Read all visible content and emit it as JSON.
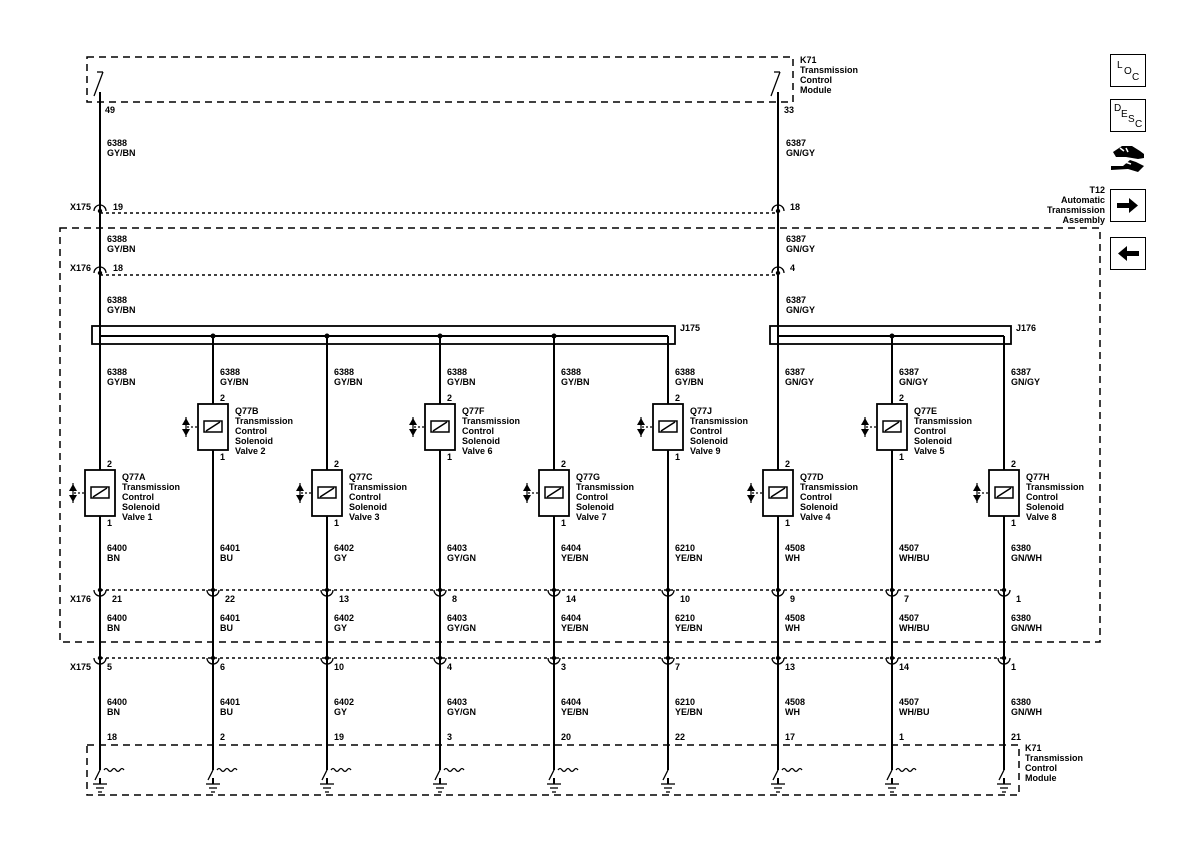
{
  "module_top": {
    "label": [
      "K71",
      "Transmission",
      "Control",
      "Module"
    ]
  },
  "module_bottom": {
    "label": [
      "K71",
      "Transmission",
      "Control",
      "Module"
    ]
  },
  "assembly": {
    "label": [
      "T12",
      "Automatic",
      "Transmission",
      "Assembly"
    ]
  },
  "connectors": {
    "x175": "X175",
    "x176": "X176"
  },
  "splices": {
    "j175": "J175",
    "j176": "J176"
  },
  "feeds": [
    {
      "top_pin": "49",
      "x175_pin": "19",
      "x176_pin": "18",
      "circuit": "6388",
      "color": "GY/BN"
    },
    {
      "top_pin": "33",
      "x175_pin": "18",
      "x176_pin": "4",
      "circuit": "6387",
      "color": "GN/GY"
    }
  ],
  "branches": [
    {
      "feed_circuit": "6388",
      "feed_color": "GY/BN",
      "ref": "Q77A",
      "name": [
        "Transmission",
        "Control",
        "Solenoid",
        "Valve 1"
      ],
      "pin_top": "2",
      "pin_bottom": "1",
      "circuit": "6400",
      "color": "BN",
      "x176_pin": "21",
      "x175_pin": "5",
      "ecm_pin": "18"
    },
    {
      "feed_circuit": "6388",
      "feed_color": "GY/BN",
      "ref": "Q77B",
      "name": [
        "Transmission",
        "Control",
        "Solenoid",
        "Valve 2"
      ],
      "pin_top": "2",
      "pin_bottom": "1",
      "circuit": "6401",
      "color": "BU",
      "x176_pin": "22",
      "x175_pin": "6",
      "ecm_pin": "2"
    },
    {
      "feed_circuit": "6388",
      "feed_color": "GY/BN",
      "ref": "Q77C",
      "name": [
        "Transmission",
        "Control",
        "Solenoid",
        "Valve 3"
      ],
      "pin_top": "2",
      "pin_bottom": "1",
      "circuit": "6402",
      "color": "GY",
      "x176_pin": "13",
      "x175_pin": "10",
      "ecm_pin": "19"
    },
    {
      "feed_circuit": "6388",
      "feed_color": "GY/BN",
      "ref": "Q77F",
      "name": [
        "Transmission",
        "Control",
        "Solenoid",
        "Valve 6"
      ],
      "pin_top": "2",
      "pin_bottom": "1",
      "circuit": "6403",
      "color": "GY/GN",
      "x176_pin": "8",
      "x175_pin": "4",
      "ecm_pin": "3"
    },
    {
      "feed_circuit": "6388",
      "feed_color": "GY/BN",
      "ref": "Q77G",
      "name": [
        "Transmission",
        "Control",
        "Solenoid",
        "Valve 7"
      ],
      "pin_top": "2",
      "pin_bottom": "1",
      "circuit": "6404",
      "color": "YE/BN",
      "x176_pin": "14",
      "x175_pin": "3",
      "ecm_pin": "20"
    },
    {
      "feed_circuit": "6388",
      "feed_color": "GY/BN",
      "ref": "Q77J",
      "name": [
        "Transmission",
        "Control",
        "Solenoid",
        "Valve 9"
      ],
      "pin_top": "2",
      "pin_bottom": "1",
      "circuit": "6210",
      "color": "YE/BN",
      "x176_pin": "10",
      "x175_pin": "7",
      "ecm_pin": "22"
    },
    {
      "feed_circuit": "6387",
      "feed_color": "GN/GY",
      "ref": "Q77D",
      "name": [
        "Transmission",
        "Control",
        "Solenoid",
        "Valve 4"
      ],
      "pin_top": "2",
      "pin_bottom": "1",
      "circuit": "4508",
      "color": "WH",
      "x176_pin": "9",
      "x175_pin": "13",
      "ecm_pin": "17"
    },
    {
      "feed_circuit": "6387",
      "feed_color": "GN/GY",
      "ref": "Q77E",
      "name": [
        "Transmission",
        "Control",
        "Solenoid",
        "Valve 5"
      ],
      "pin_top": "2",
      "pin_bottom": "1",
      "circuit": "4507",
      "color": "WH/BU",
      "x176_pin": "7",
      "x175_pin": "14",
      "ecm_pin": "1"
    },
    {
      "feed_circuit": "6387",
      "feed_color": "GN/GY",
      "ref": "Q77H",
      "name": [
        "Transmission",
        "Control",
        "Solenoid",
        "Valve 8"
      ],
      "pin_top": "2",
      "pin_bottom": "1",
      "circuit": "6380",
      "color": "GN/WH",
      "x176_pin": "1",
      "x175_pin": "1",
      "ecm_pin": "21"
    }
  ],
  "nav": {
    "loc": {
      "big": "L",
      "sub1": "O",
      "sub2": "C"
    },
    "desc": {
      "big": "D",
      "sub1": "E",
      "sub2": "S",
      "sub3": "C"
    },
    "vehicle_icon": "vehicle-service-icon",
    "next_icon": "arrow-right-icon",
    "prev_icon": "arrow-left-icon"
  }
}
